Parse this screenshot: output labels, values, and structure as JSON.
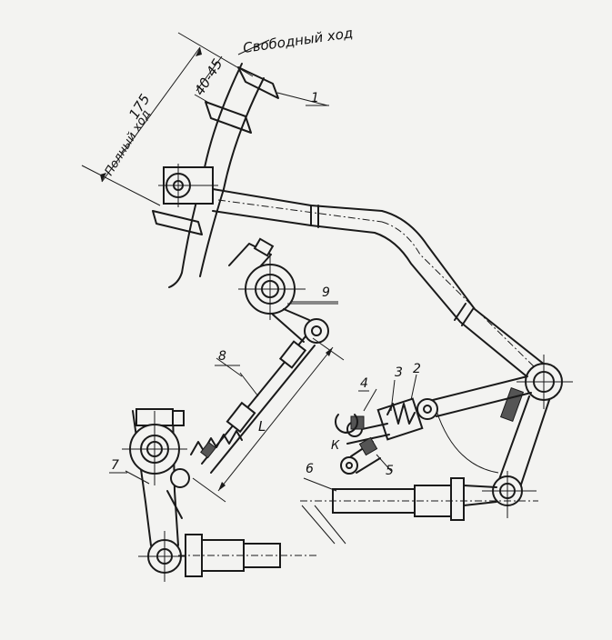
{
  "labels": {
    "free_travel": "Свободный ход",
    "full_travel": "Полный ход",
    "dim_175": "175",
    "dim_40_45": "40-45",
    "dim_L": "L",
    "part_1": "1",
    "part_2": "2",
    "part_3": "3",
    "part_4": "4",
    "part_5": "5",
    "part_6": "6",
    "part_7": "7",
    "part_8": "8",
    "part_9": "9",
    "point_K": "К"
  }
}
